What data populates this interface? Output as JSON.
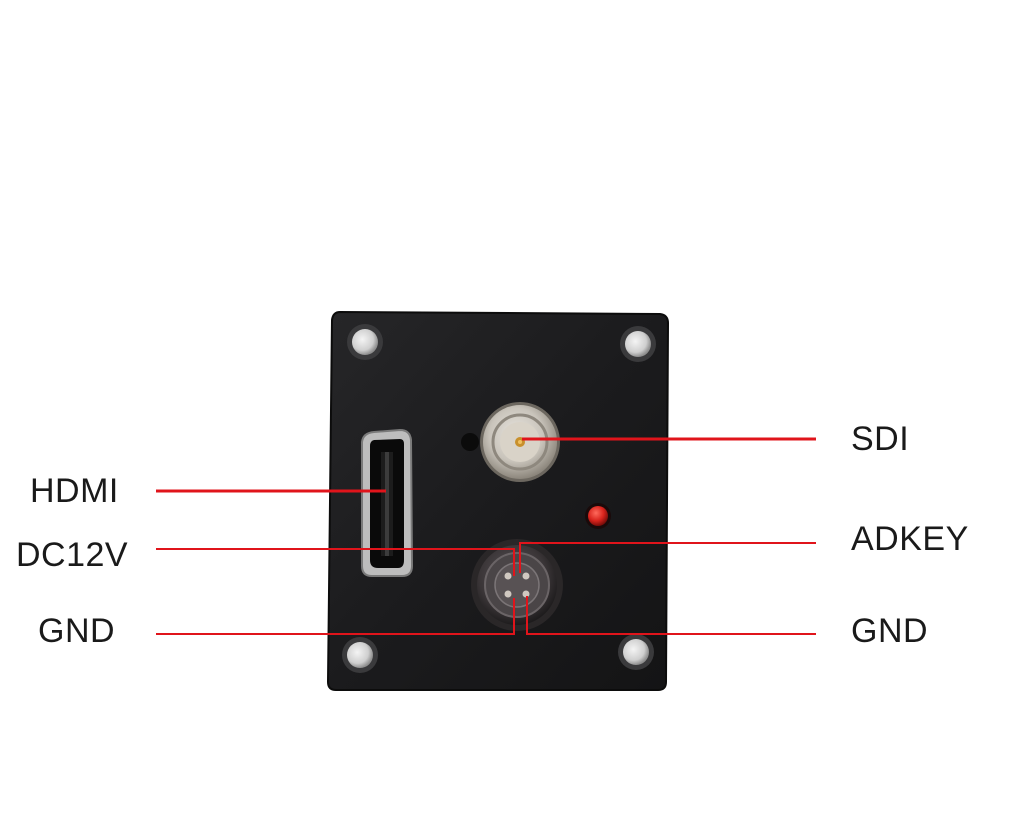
{
  "labels": {
    "hdmi": "HDMI",
    "dc12v": "DC12V",
    "gnd_left": "GND",
    "sdi": "SDI",
    "adkey": "ADKEY",
    "gnd_right": "GND"
  },
  "colors": {
    "leader_line": "#e0141b",
    "plate": "#1b1b1d",
    "led": "#d8231c"
  }
}
